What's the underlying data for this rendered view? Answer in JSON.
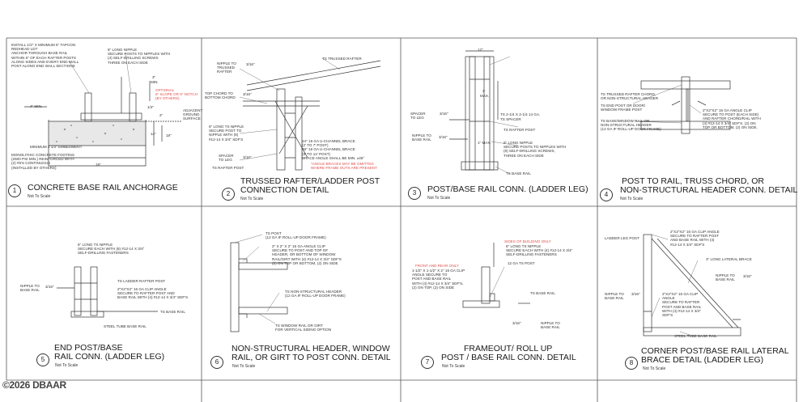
{
  "watermark": "©2026 DBAAR",
  "details": [
    {
      "number": "1",
      "title_lines": [
        "CONCRETE BASE RAIL ANCHORAGE"
      ],
      "scale": "Not To Scale",
      "notes": [
        "INSTALL 1/2\" x MINIMUM 5\" TAPCON",
        "REDHEAD LDT",
        "ANCHOR THROUGH BASE RAIL",
        "WITHIN 6\" OF EACH RAFTER POSTS",
        "ALONG SIDES AND EVERY END WALL",
        "POST ALONG END WALL SECTIONS"
      ],
      "notes2": [
        "6\" LONG NIPPLE",
        "SECURE POSTS TO NIPPLES WITH",
        "(4) SELF-DRILLING SCREWS",
        "THREE ON EACH SIDE"
      ],
      "dims": [
        "3\"",
        "MIN.",
        "4\" MIN.",
        "1/2\"",
        "2\"",
        "14\"",
        "18\"",
        "18\""
      ],
      "optional": [
        "OPTIONAL",
        "6\" SLOPE OR 6\" NOTCH",
        "(BY OTHERS)"
      ],
      "grade": [
        "ADJACENT",
        "GROUND",
        "SURFACE"
      ],
      "embed": "MINIMUM 2 1/2\" EMBEDMENT",
      "footing": [
        "MONOLITHIC CONCRETE FOOTING",
        "(2500 PSI MIN.) REINFORCED WITH",
        "(2) #5's CONTINUOUS",
        "(INSTALLED BY OTHERS)"
      ]
    },
    {
      "number": "2",
      "title_lines": [
        "TRUSSED RAFTER/LADDER POST",
        "CONNECTION DETAIL"
      ],
      "scale": "Not To Scale",
      "labels": [
        "TS TRUSSED RAFTER",
        "NIPPLE TO",
        "TRUSSED",
        "RAFTER",
        "3/16\"",
        "TOP CHORD TO",
        "BOTTOM CHORD",
        "3/16\"",
        "6\" LONG TS NIPPLE",
        "SECURE POST TO",
        "NIPPLE WITH (8)",
        "#12-14 x 3/4\" SDF's",
        "SPACER",
        "TO LEG",
        "TS RAFTER POST",
        "3/16\""
      ],
      "braces": [
        "24\" 16 GA U-CHANNEL BRACE",
        "(2' TO 7' POST)",
        "48\" 16 GA U-CHANNEL BRACE",
        "(8' TO 14' POST)",
        "BRACE ANGLE SHALL BE MIN. ±45°"
      ],
      "warning": [
        "*ANGLE BRACES MAY BE OMITTED",
        "WHERE FRAME OUTS ARE PRESENT"
      ]
    },
    {
      "number": "3",
      "title_lines": [
        "POST/BASE RAIL CONN.  (LADDER LEG)"
      ],
      "scale": "Not To Scale",
      "labels": [
        "12\"",
        "2'",
        "Max.",
        "SPACER",
        "TO LEG",
        "3/16\"",
        "TS 2-1/4 x 2-1/4 14 Ga.",
        "TS SPACER",
        "TS RAFTER POST",
        "NIPPLE TO",
        "BASE RAIL",
        "3/16\"",
        "1\" Max.",
        "6\" LONG NIPPLE",
        "SECURE POSTS TO NIPPLES WITH",
        "(8) SELF-DRILLING SCREWS,",
        "THREE ON EACH SIDE",
        "TS BASE RAIL"
      ]
    },
    {
      "number": "4",
      "title_lines": [
        "POST TO  RAIL, TRUSS CHORD, OR",
        "NON-STRUCTURAL HEADER CONN. DETAIL"
      ],
      "scale": "Not To Scale",
      "labels": [
        "TS TRUSSED RAFTER CHORD,",
        "OR NON-STRUCTURAL HEADER",
        "TS END POST OR DOOR/",
        "WINDOW FRAME POST",
        "TS BASE/WINDOW RAIL OR",
        "NON-STRUCTURAL HEADER",
        "(12 GA IF ROLL-UP DOOR FRAME)",
        "2\"x2\"x2\" 16 GA ANGLE CLIP",
        "SECURE TO POST (EACH SIDE)",
        "AND RAFTER CHORD/RAIL WITH",
        "(4) #12-14 x 3/4\" SDF's, (2) ON",
        "TOP OR BOTTOM, (2) ON SIDE."
      ]
    },
    {
      "number": "5",
      "title_lines": [
        "END POST/BASE",
        "RAIL CONN. (LADDER LEG)"
      ],
      "scale": "Not To Scale",
      "labels": [
        "6\" LONG TS NIPPLE",
        "SECURE EACH WITH (8) #12-14 x 3/4\"",
        "SELF-DRILLING FASTENERS",
        "NIPPLE TO",
        "BASE RAIL",
        "3/16\"",
        "TS LADDER RAFTER POST",
        "2\"x2\"x2\" 16 GA CLIP ANGLE",
        "SECURE TO RAFTER POST AND",
        "BASE RAIL WITH (4) #12-14 x 3/4\" SDF's",
        "TS BASE RAIL",
        "STEEL TUBE BASE RAIL"
      ]
    },
    {
      "number": "6",
      "title_lines": [
        "NON-STRUCTURAL HEADER, WINDOW",
        "RAIL, OR GIRT TO POST CONN. DETAIL"
      ],
      "scale": "Not To Scale",
      "labels": [
        "TS POST",
        "(12 GA IF ROLL-UP DOOR FRAME)",
        "2\" x 2\" x 2\" 16 GA ANGLE CLIP",
        "SECURE TO POST AND TOP OF",
        "HEADER, OR BOTTOM OF WINDOW",
        "RAIL/GIRT WITH (4) #12-14 x 3/4\" SDF's",
        "(2) ON TOP OR BOTTOM, (2) ON SIDE",
        "TS NON-STRUCTURAL HEADER",
        "(12 GA IF ROLL-UP DOOR FRAME)",
        "TS WINDOW RAIL OR GIRT",
        "FOR VERTICAL SIDING OPTION"
      ]
    },
    {
      "number": "7",
      "title_lines": [
        "FRAMEOUT/ ROLL UP",
        "POST / BASE RAIL CONN. DETAIL"
      ],
      "scale": "Not To Scale",
      "red_labels": [
        "SIDES OF BUILDING ONLY",
        "FRONT AND REAR ONLY"
      ],
      "labels": [
        "6\" LONG TS NIPPLE",
        "SECURE EACH WITH (4) #12-14 x 3/4\"",
        "SELF-DRILLING FASTENERS",
        "12 GA TS POST",
        "1-1/2\" x 1-1/2\" x 2\" 16 GA CLIP",
        "ANGLE SECURE TO",
        "POST AND BASE RAIL",
        "WITH (4) #12-14 x 3/4\" SDF's,",
        "(2) ON TOP, (2) ON SIDE",
        "TS BASE RAIL",
        "3/16\"",
        "NIPPLE TO",
        "BASE RAIL"
      ]
    },
    {
      "number": "8",
      "title_lines": [
        "CORNER POST/BASE RAIL LATERAL",
        "BRACE DETAIL (LADDER LEG)"
      ],
      "scale": "Not To Scale",
      "labels": [
        "LADDER LEG POST",
        "2\"x2\"x2\" 16 GA CLIP ANGLE",
        "SECURE TO RAFTER POST",
        "AND BASE RAIL WITH (4)",
        "#12-14 x 3/4\" SDF's",
        "3\" LONG LATERAL BRACE",
        "NIPPLE TO",
        "BASE RAIL",
        "3/16\"",
        "NIPPLE TO",
        "BASE RAIL",
        "3/16\"",
        "2\"x2\"x2\" 16 GA CLIP",
        "ANGLE",
        "SECURE TO RAFTER",
        "POST AND BASE RAIL",
        "WITH (4) #12-14 x 3/4\"",
        "SDF's",
        "STEEL TUBE BASE RAIL"
      ]
    }
  ]
}
